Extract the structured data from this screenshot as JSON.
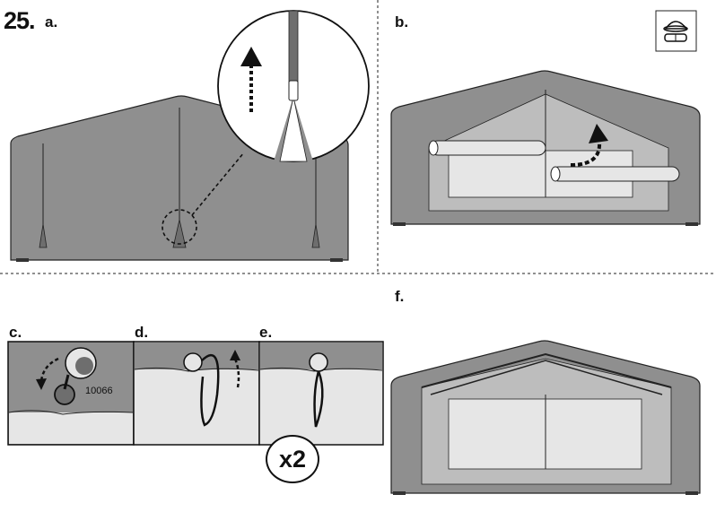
{
  "step": {
    "number": "25.",
    "label_a": "a.",
    "label_b": "b.",
    "label_c": "c.",
    "label_d": "d.",
    "label_e": "e.",
    "label_f": "f."
  },
  "panel_c": {
    "part_number": "10066"
  },
  "panel_e": {
    "repeat_badge": "x2"
  },
  "icons": {
    "safety": "hard-hat-and-goggles-icon"
  },
  "colors": {
    "canvas": "#8f8f8f",
    "canvas_dark": "#6e6e6e",
    "sheet": "#e6e6e6",
    "ink": "#111111"
  }
}
